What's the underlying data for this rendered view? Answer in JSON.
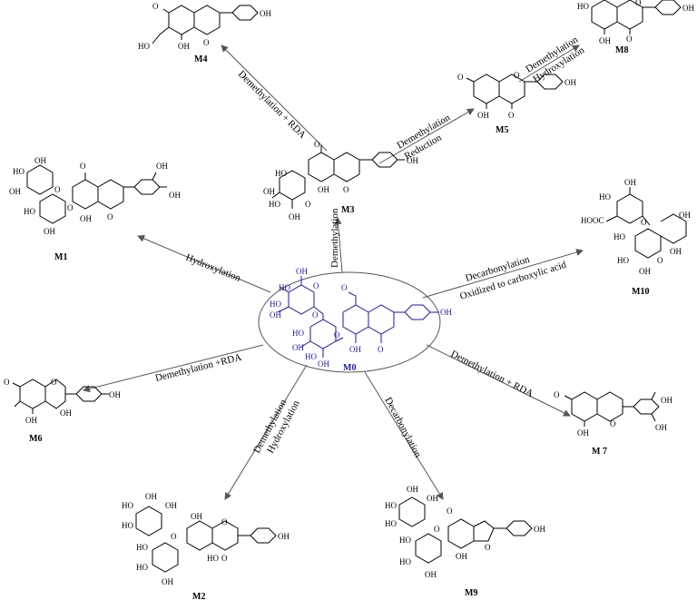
{
  "colors": {
    "parent": "#1a1aa8",
    "line": "#000000",
    "arrow": "#555555"
  },
  "compounds": {
    "M0": {
      "label": "M0",
      "atoms": [
        "HO",
        "HO",
        "OH",
        "O",
        "O",
        "OH",
        "OH",
        "O",
        "HO",
        "HO",
        "OH",
        "O",
        "OH",
        "O",
        "OH"
      ]
    },
    "M1": {
      "label": "M1",
      "atoms": [
        "HO",
        "OH",
        "O",
        "OH",
        "HO",
        "OH",
        "O",
        "OH",
        "OH",
        "OH",
        "O",
        "O"
      ]
    },
    "M2": {
      "label": "M2",
      "atoms": [
        "HO",
        "OH",
        "OH",
        "HO",
        "HO",
        "O",
        "HO",
        "OH",
        "OH",
        "O",
        "HO",
        "O",
        "OH"
      ]
    },
    "M3": {
      "label": "M3",
      "atoms": [
        "HO",
        "OH",
        "O",
        "HO",
        "OH",
        "OH",
        "O",
        "O",
        "OH"
      ]
    },
    "M4": {
      "label": "M4",
      "atoms": [
        "HO",
        "OH",
        "O",
        "O",
        "OH"
      ]
    },
    "M5": {
      "label": "M5",
      "atoms": [
        "O",
        "OH",
        "O",
        "O",
        "OH"
      ]
    },
    "M6": {
      "label": "M6",
      "atoms": [
        "O",
        "OH",
        "O",
        "OH",
        "OH"
      ]
    },
    "M7": {
      "label": "M 7",
      "atoms": [
        "O",
        "OH",
        "O",
        "OH",
        "OH"
      ]
    },
    "M8": {
      "label": "M8",
      "atoms": [
        "HO",
        "OH",
        "O",
        "O",
        "OH"
      ]
    },
    "M9": {
      "label": "M9",
      "atoms": [
        "HO",
        "OH",
        "OH",
        "HO",
        "HO",
        "O",
        "HO",
        "OH",
        "OH",
        "O",
        "O",
        "OH"
      ]
    },
    "M10": {
      "label": "M10",
      "atoms": [
        "HOOC",
        "HO",
        "OH",
        "O",
        "HO",
        "HO",
        "OH",
        "O",
        "OH",
        "OH"
      ]
    }
  },
  "pathways": [
    {
      "id": "to-m1",
      "label": "Hydroxylation"
    },
    {
      "id": "to-m2",
      "label_line1": "Demethylation",
      "label_line2": "Hydroxylation"
    },
    {
      "id": "to-m3",
      "label": "Demethylation"
    },
    {
      "id": "to-m4",
      "label": "Demethylation + RDA"
    },
    {
      "id": "to-m5",
      "label_line1": "Demethylation",
      "label_line2": "Reduction"
    },
    {
      "id": "to-m6",
      "label": "Demethylation +RDA"
    },
    {
      "id": "to-m7",
      "label": "Demethylation + RDA"
    },
    {
      "id": "to-m8",
      "label_line1": "Demethylation",
      "label_line2": "Hydroxylation"
    },
    {
      "id": "to-m9",
      "label": "Decarbonylation"
    },
    {
      "id": "to-m10",
      "label_line1": "Decarbonylation",
      "label_line2": "Oxidized to carboxylic acid"
    }
  ]
}
